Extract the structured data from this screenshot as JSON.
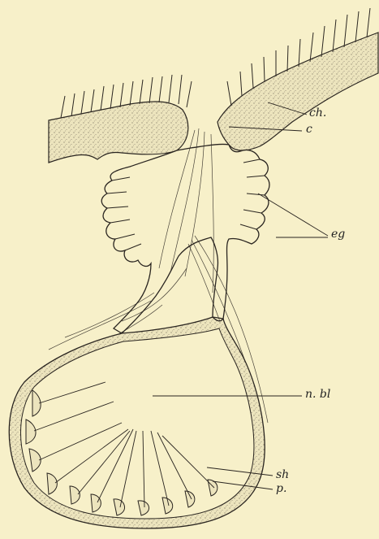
{
  "figure": {
    "background_color": "#f7f0c9",
    "ink_color": "#2a2520",
    "tissue_color": "#e9e2bd"
  },
  "labels": [
    {
      "id": "ch",
      "text": "ch."
    },
    {
      "id": "c",
      "text": "c"
    },
    {
      "id": "eg",
      "text": "eg"
    },
    {
      "id": "nbl",
      "text": "n. bl"
    },
    {
      "id": "sh",
      "text": "sh"
    },
    {
      "id": "p",
      "text": "p."
    }
  ]
}
